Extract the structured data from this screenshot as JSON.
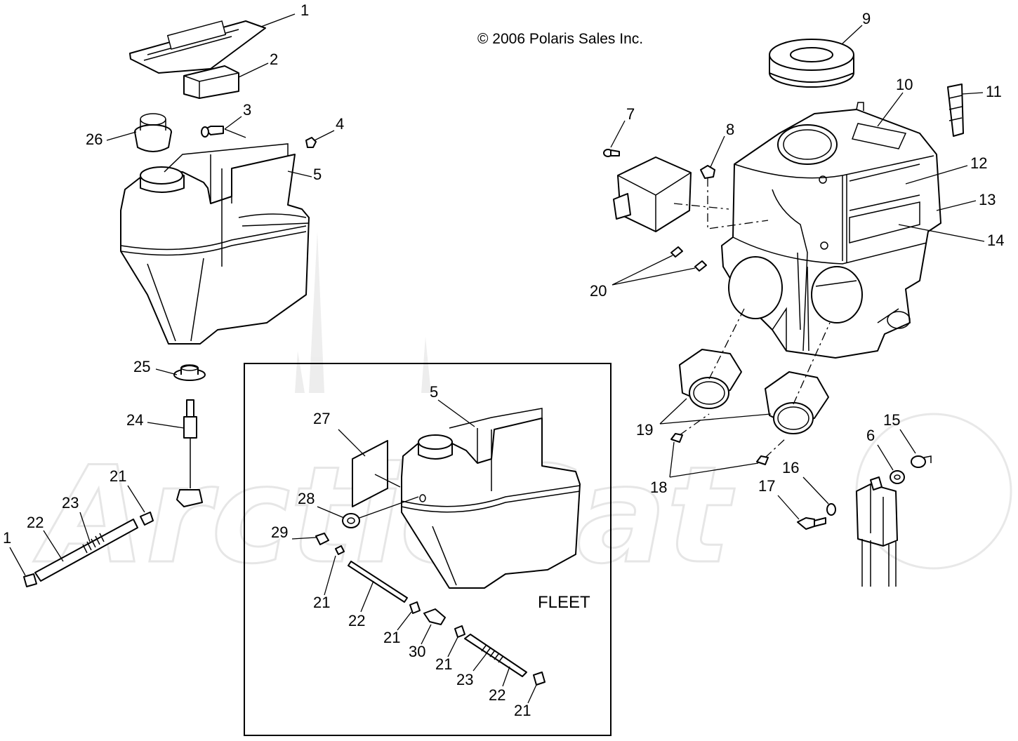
{
  "header": {
    "copyright": "© 2006 Polaris Sales Inc."
  },
  "inset": {
    "label": "FLEET"
  },
  "watermark": {
    "text": "ArcticCat",
    "description": "faint spire watermark behind diagram"
  },
  "callouts": {
    "c1": "1",
    "c2": "2",
    "c3": "3",
    "c4": "4",
    "c5": "5",
    "c26": "26",
    "c25": "25",
    "c24": "24",
    "c21": "21",
    "c23": "23",
    "c22": "22",
    "c1b": "1",
    "c7": "7",
    "c8": "8",
    "c9": "9",
    "c10": "10",
    "c11": "11",
    "c12": "12",
    "c13": "13",
    "c14": "14",
    "c20": "20",
    "c19": "19",
    "c18": "18",
    "c15": "15",
    "c6": "6",
    "c16": "16",
    "c17": "17",
    "i5": "5",
    "i27": "27",
    "i28": "28",
    "i29": "29",
    "i21a": "21",
    "i22a": "22",
    "i21b": "21",
    "i30": "30",
    "i21c": "21",
    "i23": "23",
    "i22b": "22",
    "i21d": "21"
  }
}
